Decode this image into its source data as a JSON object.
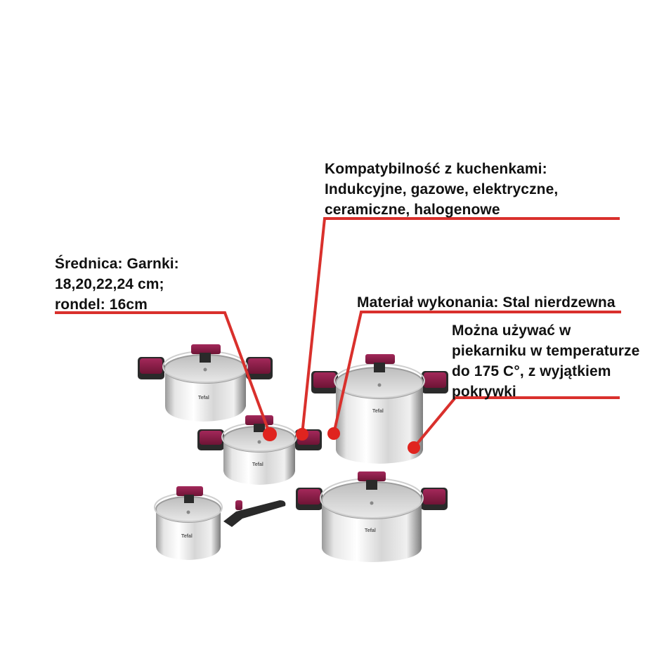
{
  "callouts": [
    {
      "id": "compatibility",
      "lines": [
        "Kompatybilność z kuchenkami:",
        "Indukcyjne, gazowe, elektryczne,",
        "ceramiczne, halogenowe"
      ]
    },
    {
      "id": "diameter",
      "lines": [
        "Średnica: Garnki:",
        "18,20,22,24 cm;",
        "rondel: 16cm"
      ]
    },
    {
      "id": "material",
      "lines": [
        "Materiał wykonania: Stal nierdzewna"
      ]
    },
    {
      "id": "oven",
      "lines": [
        "Można używać w",
        "piekarniku w temperaturze",
        "do 175 C°, z wyjątkiem",
        "pokrywki"
      ]
    }
  ],
  "products": [
    {
      "name": "pot-20cm-top-left",
      "brand": "Tefal"
    },
    {
      "name": "pot-18cm-middle",
      "brand": "Tefal"
    },
    {
      "name": "stockpot-24cm-right",
      "brand": "Tefal"
    },
    {
      "name": "saucepan-16cm",
      "brand": "Tefal"
    },
    {
      "name": "pot-22cm-bottom-right",
      "brand": "Tefal"
    }
  ],
  "colors": {
    "accent_line": "#d9302c",
    "text": "#111111",
    "handle_red": "#8c1e45",
    "handle_dark": "#2a2a2a",
    "steel_light": "#f2f2f2",
    "steel_mid": "#c9c9c9",
    "steel_dark": "#8a8a8a"
  }
}
